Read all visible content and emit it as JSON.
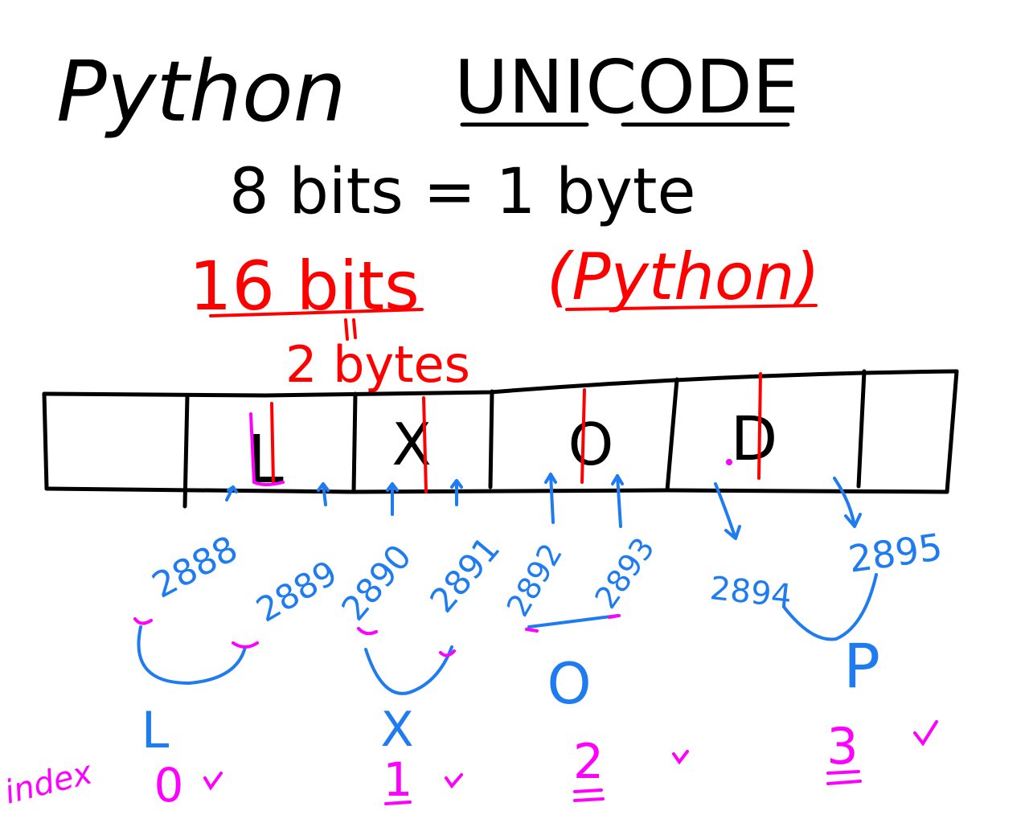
{
  "title": {
    "part1": "Python",
    "part2": "UNICODE"
  },
  "line1": "8 bits = 1 byte",
  "line2": {
    "bits": "16 bits",
    "paren": "(Python)"
  },
  "bytes_note": "2 bytes",
  "cells": [
    {
      "char": ""
    },
    {
      "char": "L"
    },
    {
      "char": "X"
    },
    {
      "char": "O"
    },
    {
      "char": "D"
    },
    {
      "char": ""
    }
  ],
  "addresses": [
    "2888",
    "2889",
    "2890",
    "2891",
    "2892",
    "2893",
    "2894",
    "2895"
  ],
  "decoded": [
    "L",
    "X",
    "O",
    "P"
  ],
  "index_label": "index",
  "indices": [
    "0",
    "1",
    "2",
    "3"
  ],
  "colors": {
    "ink": "#000000",
    "red": "#ff0000",
    "blue": "#1e7cf0",
    "magenta": "#ff00ff"
  }
}
